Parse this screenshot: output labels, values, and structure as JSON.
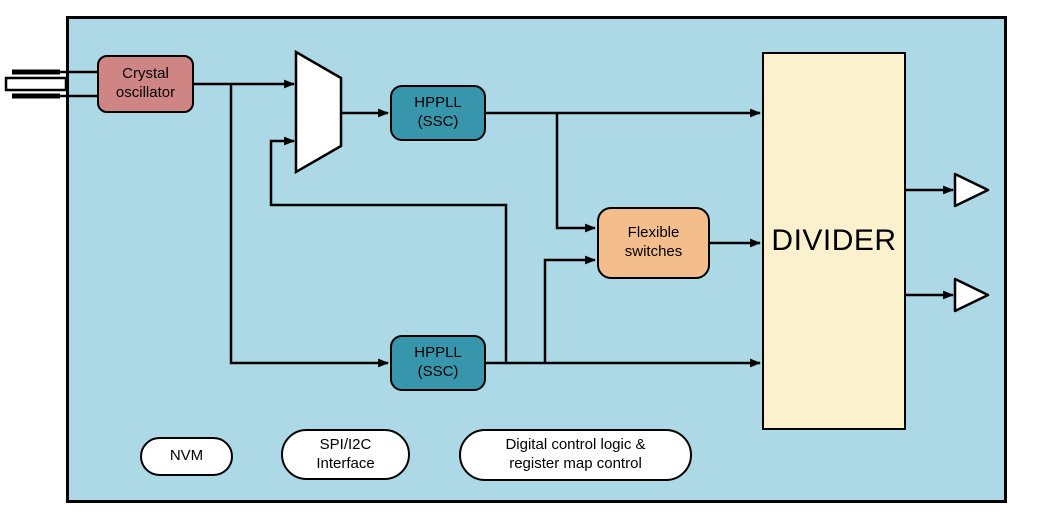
{
  "colors": {
    "chip_background": "#ADD8E6",
    "crystal_oscillator_fill": "#D08585",
    "pll_fill": "#3896AC",
    "switches_fill": "#F4BE8C",
    "divider_fill": "#FBF2CD",
    "io_fill": "#FFFFFF",
    "wire": "#000000"
  },
  "blocks": {
    "crystal_oscillator": {
      "label": "Crystal\noscillator"
    },
    "hppll_top": {
      "label": "HPPLL\n(SSC)"
    },
    "hppll_bottom": {
      "label": "HPPLL\n(SSC)"
    },
    "flexible_switches": {
      "label": "Flexible\nswitches"
    },
    "divider": {
      "label": "DIVIDER"
    },
    "nvm": {
      "label": "NVM"
    },
    "spi_i2c_interface": {
      "label": "SPI/I2C\nInterface"
    },
    "digital_control": {
      "label": "Digital control logic &\nregister map control"
    }
  },
  "icons": {
    "crystal_symbol": "quartz-crystal",
    "mux": "2-to-1-multiplexer",
    "output_buffer_top": "output-buffer",
    "output_buffer_bottom": "output-buffer"
  }
}
